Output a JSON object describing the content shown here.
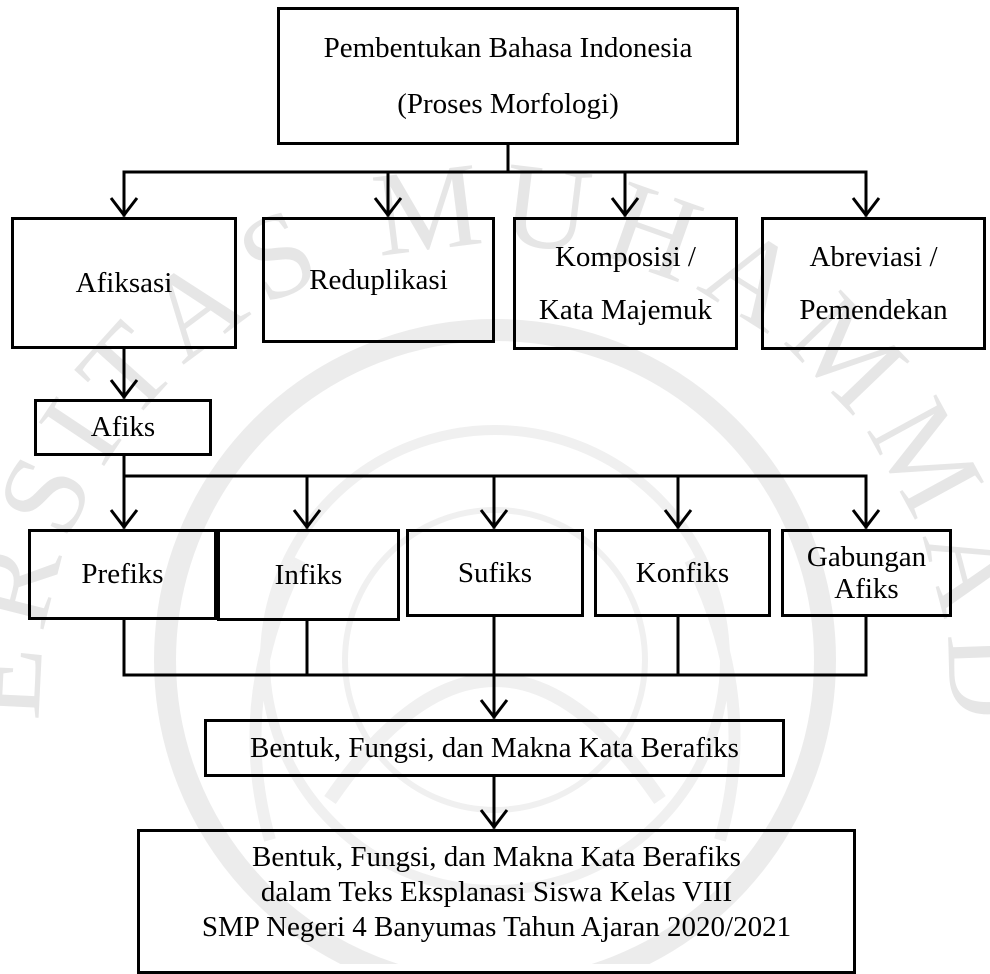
{
  "root": {
    "line1": "Pembentukan Bahasa Indonesia",
    "line2": "(Proses Morfologi)"
  },
  "processes": [
    {
      "label": "Afiksasi"
    },
    {
      "label": "Reduplikasi"
    },
    {
      "line1": "Komposisi /",
      "line2": "Kata Majemuk"
    },
    {
      "line1": "Abreviasi /",
      "line2": "Pemendekan"
    }
  ],
  "afiks": {
    "label": "Afiks"
  },
  "affix_types": [
    {
      "label": "Prefiks"
    },
    {
      "label": "Infiks"
    },
    {
      "label": "Sufiks"
    },
    {
      "label": "Konfiks"
    },
    {
      "line1": "Gabungan",
      "line2": "Afiks"
    }
  ],
  "form_box": {
    "label": "Bentuk, Fungsi, dan Makna Kata Berafiks"
  },
  "final_box": {
    "line1": "Bentuk, Fungsi, dan Makna Kata Berafiks",
    "line2": "dalam Teks Eksplanasi Siswa Kelas VIII",
    "line3": "SMP Negeri 4 Banyumas Tahun Ajaran 2020/2021"
  },
  "watermark": {
    "text": "UNIVERSITAS MUHAMMADIYAH",
    "color": "#e6e6e6"
  },
  "line_color": "#000000"
}
